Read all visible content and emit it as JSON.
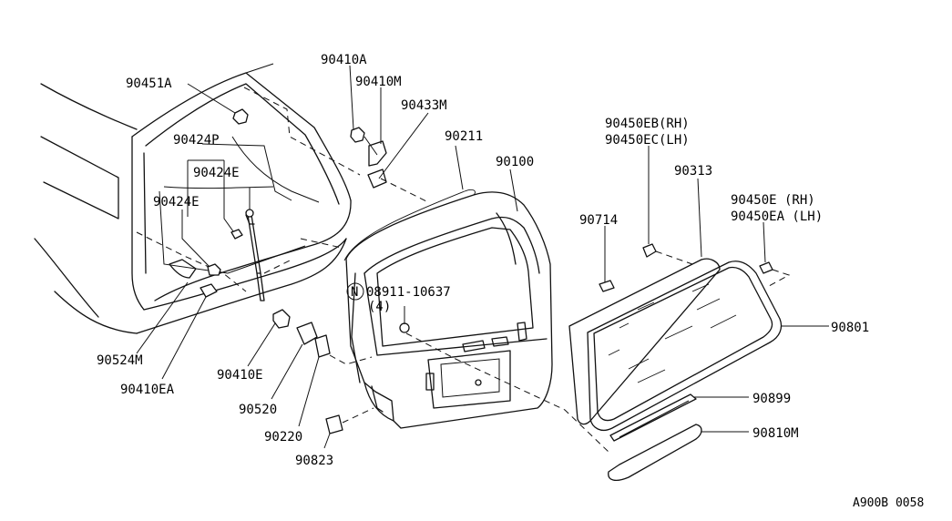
{
  "labels": {
    "p90451A": "90451A",
    "p90410A": "90410A",
    "p90410M": "90410M",
    "p90433M": "90433M",
    "p90424P": "90424P",
    "p90424E_1": "90424E",
    "p90424E_2": "90424E",
    "p90211": "90211",
    "p90100": "90100",
    "p90450EB": "90450EB(RH)",
    "p90450EC": "90450EC(LH)",
    "p90313": "90313",
    "p90714": "90714",
    "p90450E": "90450E  (RH)",
    "p90450EA": "90450EA (LH)",
    "nut_symbol": "N",
    "p08911": "08911-10637",
    "p08911_qty": "(4)",
    "p90801": "90801",
    "p90524M": "90524M",
    "p90410EA": "90410EA",
    "p90410E": "90410E",
    "p90520": "90520",
    "p90899": "90899",
    "p90220": "90220",
    "p90810M": "90810M",
    "p90823": "90823"
  },
  "diagram_code": "A900B 0058"
}
